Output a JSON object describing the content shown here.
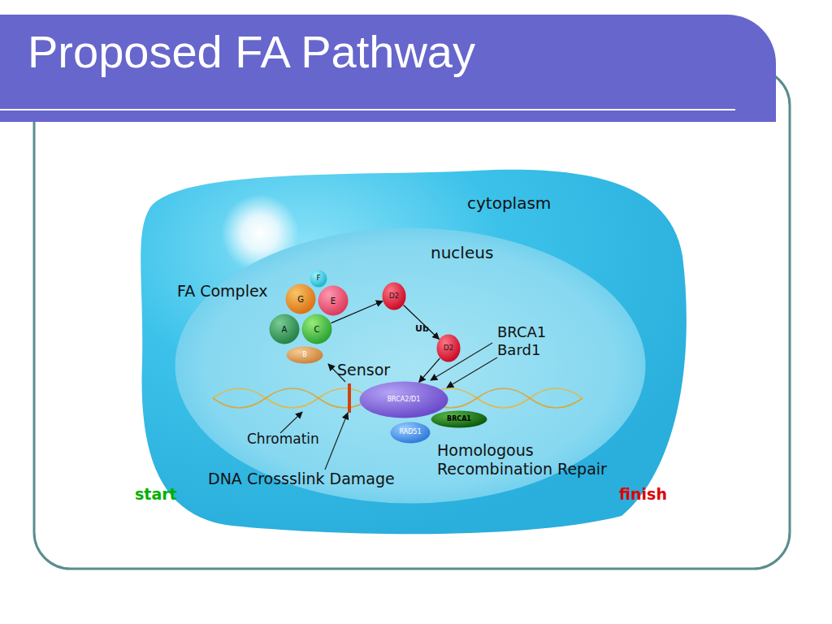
{
  "diagram": {
    "title": "Proposed FA Pathway",
    "nodes": [
      {
        "text": [
          "cytoplasm"
        ]
      },
      {
        "text": [
          "nucleus"
        ],
        "in": 0
      },
      {
        "text": [
          "F"
        ],
        "in": 1
      },
      {
        "text": [
          "G"
        ],
        "in": 1
      },
      {
        "text": [
          "E"
        ],
        "in": 1
      },
      {
        "text": [
          "A"
        ],
        "in": 1
      },
      {
        "text": [
          "C"
        ],
        "in": 1
      },
      {
        "text": [
          "B"
        ],
        "in": 1
      },
      {
        "text": [
          "D2"
        ],
        "in": 1
      },
      {
        "text": [
          "D2"
        ],
        "in": 1
      },
      {
        "text": [
          "BRCA2/D1"
        ],
        "in": 1
      },
      {
        "text": [
          "BRCA1"
        ],
        "in": 1
      },
      {
        "text": [
          "RAD51"
        ],
        "in": 1
      }
    ],
    "edges": [
      {
        "from": 6,
        "to": 8,
        "arrow": "to"
      },
      {
        "from": 8,
        "to": 9,
        "arrow": "to"
      },
      {
        "from": 9,
        "to": 10,
        "arrow": "to"
      }
    ],
    "labels": [
      "FA Complex",
      "Ub",
      "BRCA1 Bard1",
      "Sensor",
      "Chromatin",
      "Homologous Recombination Repair",
      "DNA Crossslink Damage",
      "start",
      "finish"
    ]
  }
}
